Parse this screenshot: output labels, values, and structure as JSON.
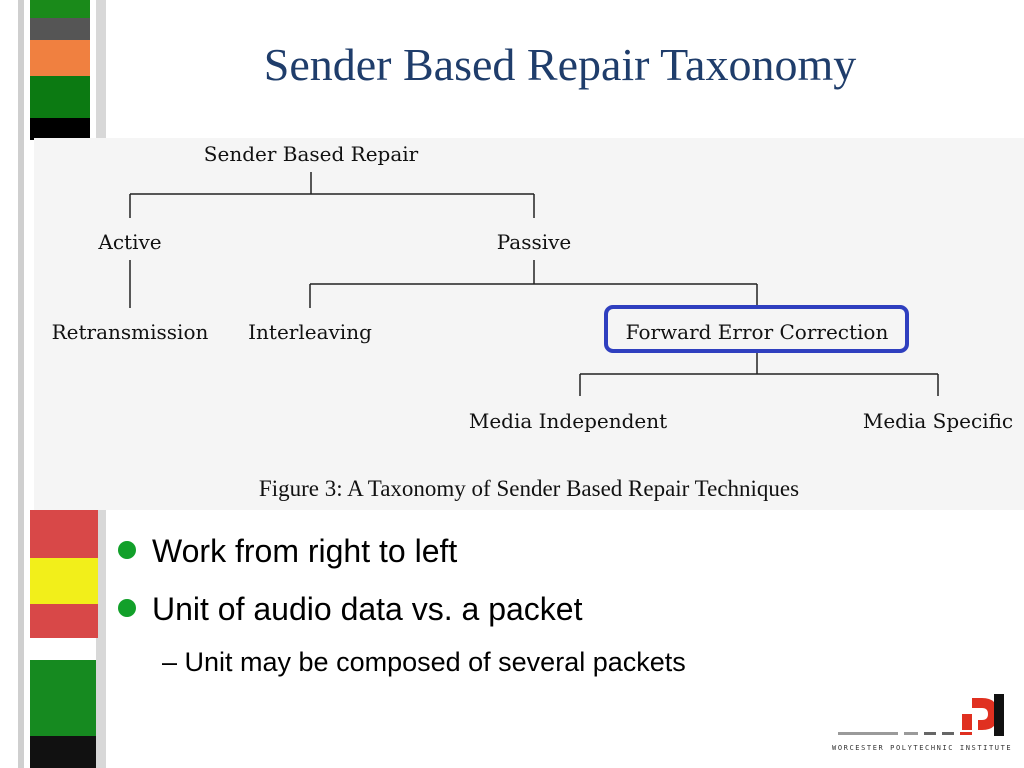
{
  "slide": {
    "title": "Sender Based Repair Taxonomy"
  },
  "diagram": {
    "root": "Sender Based Repair",
    "level1": [
      "Active",
      "Passive"
    ],
    "active_children": [
      "Retransmission"
    ],
    "passive_children": [
      "Interleaving",
      "Forward Error Correction"
    ],
    "fec_children": [
      "Media Independent",
      "Media Specific"
    ],
    "highlighted": "Forward Error Correction",
    "highlight_color": "#2f3fbf",
    "caption": "Figure 3: A Taxonomy of Sender Based Repair Techniques"
  },
  "bullets": [
    {
      "text": "Work from right to left"
    },
    {
      "text": "Unit of audio data vs. a packet"
    }
  ],
  "sub_bullets": [
    {
      "text": "– Unit may be composed of several packets"
    }
  ],
  "colors": {
    "title": "#1f3d6b",
    "bullet": "#12a02a",
    "logo_accent": "#e03020"
  },
  "logo": {
    "text": "WORCESTER POLYTECHNIC INSTITUTE"
  }
}
